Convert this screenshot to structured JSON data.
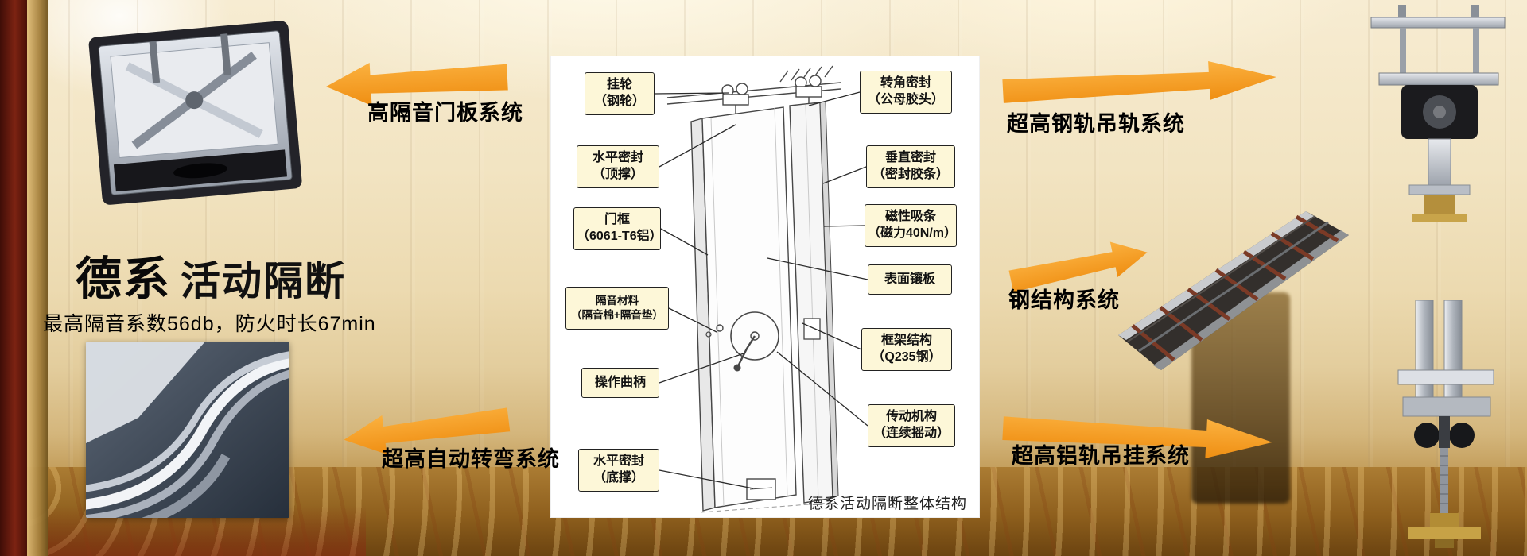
{
  "title": {
    "brand": "德系",
    "product": "活动隔断",
    "subtitle": "最高隔音系数56db，防火时长67min"
  },
  "systems": {
    "top_left": "高隔音门板系统",
    "bottom_left": "超高自动转弯系统",
    "top_right": "超高钢轨吊轨系统",
    "mid_right": "钢结构系统",
    "bottom_right": "超高铝轨吊挂系统"
  },
  "diagram": {
    "caption": "德系活动隔断整体结构",
    "left_labels": [
      {
        "text": "挂轮\n（钢轮）"
      },
      {
        "text": "水平密封\n（顶撑）"
      },
      {
        "text": "门框\n（6061-T6铝）"
      },
      {
        "text": "隔音材料\n（隔音棉+隔音垫）"
      },
      {
        "text": "操作曲柄"
      },
      {
        "text": "水平密封\n（底撑）"
      }
    ],
    "right_labels": [
      {
        "text": "转角密封\n（公母胶头）"
      },
      {
        "text": "垂直密封\n（密封胶条）"
      },
      {
        "text": "磁性吸条\n（磁力40N/m）"
      },
      {
        "text": "表面镶板"
      },
      {
        "text": "框架结构\n（Q235钢）"
      },
      {
        "text": "传动机构\n（连续摇动）"
      }
    ]
  },
  "photos": {
    "top_left": "door-panel-track-assembly-photo",
    "bottom_left": "curved-track-system-photo",
    "top_right": "steel-rail-hanger-photo",
    "mid_right": "steel-structure-truss-photo",
    "bottom_right": "aluminum-rail-hanger-photo"
  },
  "colors": {
    "arrow": "#F59D1E",
    "callout_bg": "#FDF7D8",
    "callout_border": "#222222",
    "background_wall": "#ECDAB0",
    "carpet": "#8E5F1D"
  }
}
